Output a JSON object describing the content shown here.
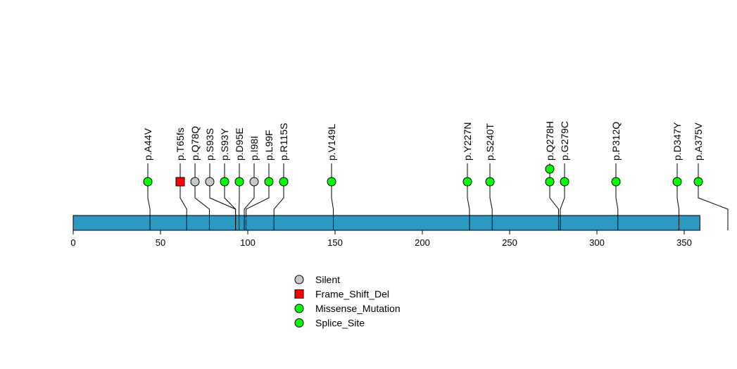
{
  "chart_data": {
    "type": "lollipop",
    "protein_length": 359,
    "xlim": [
      0,
      375
    ],
    "x_ticks": [
      0,
      50,
      100,
      150,
      200,
      250,
      300,
      350
    ],
    "colors": {
      "bar": "#2a9ac3",
      "Silent": "#c8c8c8",
      "Frame_Shift_Del": "#ff0000",
      "Missense_Mutation": "#00ff00",
      "Splice_Site": "#00ff00"
    },
    "mutations": [
      {
        "label": "p.A44V",
        "pos": 44,
        "count": 1,
        "type": "Missense_Mutation"
      },
      {
        "label": "p.T65fs",
        "pos": 65,
        "count": 1,
        "type": "Frame_Shift_Del"
      },
      {
        "label": "p.Q78Q",
        "pos": 78,
        "count": 1,
        "type": "Silent"
      },
      {
        "label": "p.S93S",
        "pos": 93,
        "count": 1,
        "type": "Silent"
      },
      {
        "label": "p.S93Y",
        "pos": 93,
        "count": 1,
        "type": "Missense_Mutation"
      },
      {
        "label": "p.D95E",
        "pos": 95,
        "count": 1,
        "type": "Missense_Mutation"
      },
      {
        "label": "p.I98I",
        "pos": 98,
        "count": 1,
        "type": "Silent"
      },
      {
        "label": "p.L99F",
        "pos": 99,
        "count": 1,
        "type": "Missense_Mutation"
      },
      {
        "label": "p.R115S",
        "pos": 115,
        "count": 1,
        "type": "Missense_Mutation"
      },
      {
        "label": "p.V149L",
        "pos": 149,
        "count": 1,
        "type": "Missense_Mutation"
      },
      {
        "label": "p.Y227N",
        "pos": 227,
        "count": 1,
        "type": "Missense_Mutation"
      },
      {
        "label": "p.S240T",
        "pos": 240,
        "count": 1,
        "type": "Missense_Mutation"
      },
      {
        "label": "p.Q278H",
        "pos": 278,
        "count": 2,
        "type": "Missense_Mutation"
      },
      {
        "label": "p.G279C",
        "pos": 279,
        "count": 1,
        "type": "Missense_Mutation"
      },
      {
        "label": "p.P312Q",
        "pos": 312,
        "count": 1,
        "type": "Missense_Mutation"
      },
      {
        "label": "p.D347Y",
        "pos": 347,
        "count": 1,
        "type": "Missense_Mutation"
      },
      {
        "label": "p.A375V",
        "pos": 375,
        "count": 1,
        "type": "Splice_Site"
      }
    ],
    "legend": [
      "Silent",
      "Frame_Shift_Del",
      "Missense_Mutation",
      "Splice_Site"
    ]
  }
}
